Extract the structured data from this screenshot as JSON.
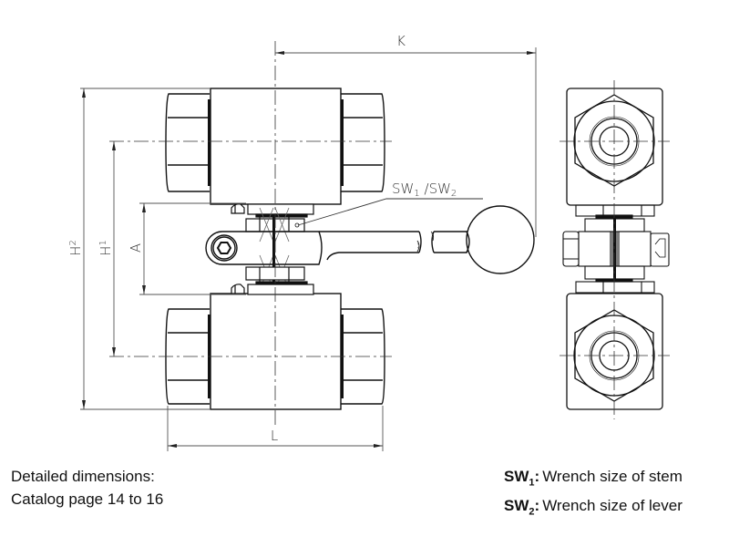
{
  "dimensions": {
    "K": "K",
    "L": "L",
    "A": "A",
    "H1": {
      "base": "H",
      "sub": "1"
    },
    "H2": {
      "base": "H",
      "sub": "2"
    },
    "wrench_callout": {
      "sw1_base": "SW",
      "sw1_sub": "1",
      "sep": " /",
      "sw2_base": "SW",
      "sw2_sub": "2"
    }
  },
  "notes": {
    "line1": "Detailed dimensions:",
    "line2": "Catalog page 14 to 16"
  },
  "legend": [
    {
      "key": "SW",
      "sub": "1",
      "desc": "Wrench size of stem"
    },
    {
      "key": "SW",
      "sub": "2",
      "desc": "Wrench size of lever"
    }
  ],
  "colors": {
    "line": "#111111",
    "dim_line": "#555555",
    "hatch": "#888888"
  }
}
